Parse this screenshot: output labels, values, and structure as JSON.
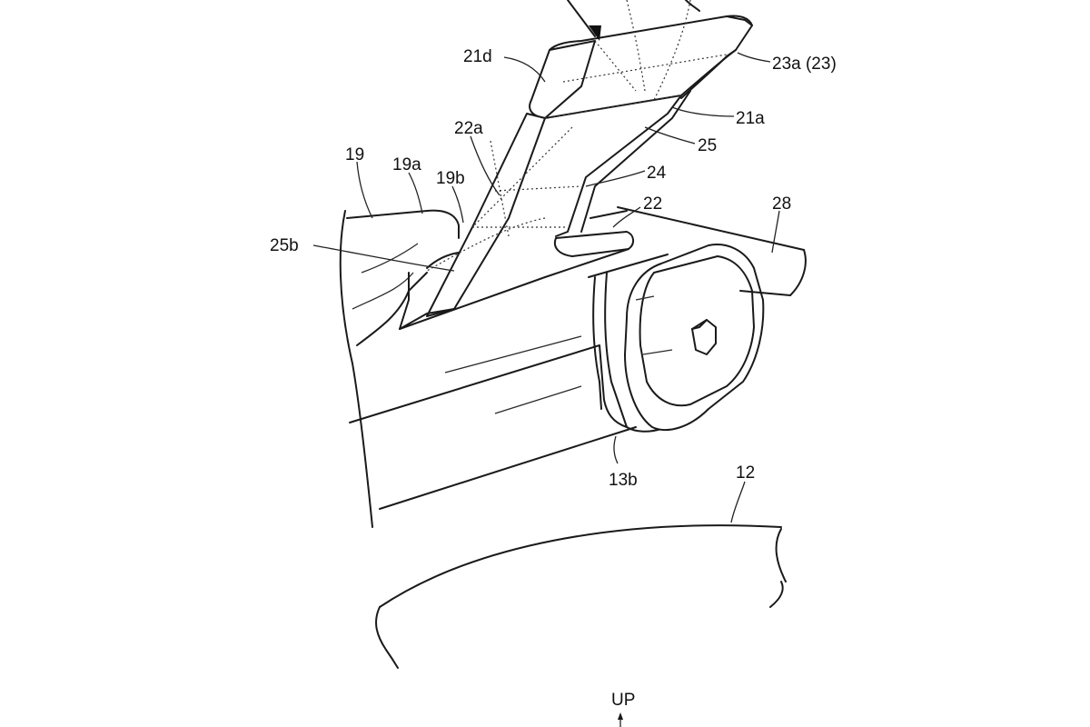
{
  "labels": {
    "l21d": "21d",
    "l23a": "23a (23)",
    "l21a": "21a",
    "l22a": "22a",
    "l25": "25",
    "l19": "19",
    "l19a": "19a",
    "l19b": "19b",
    "l24": "24",
    "l22": "22",
    "l28": "28",
    "l25b": "25b",
    "l13b": "13b",
    "l12": "12",
    "up": "UP"
  }
}
